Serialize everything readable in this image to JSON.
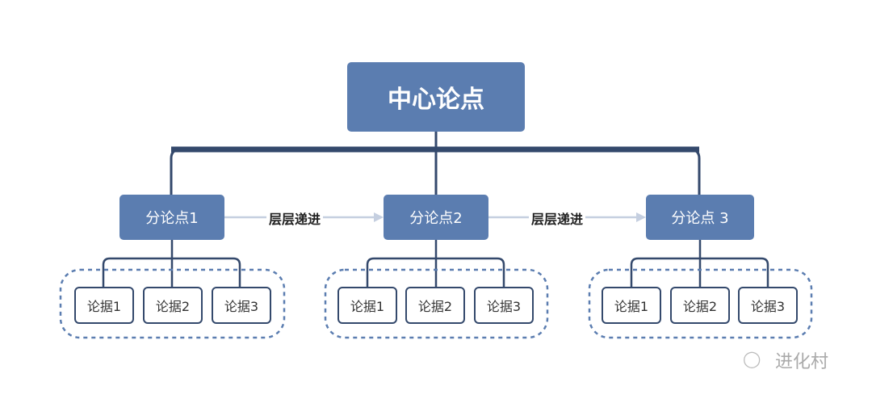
{
  "center": "中心论点",
  "points": [
    {
      "label": "分论点1",
      "evidence": [
        "论据1",
        "论据2",
        "论据3"
      ]
    },
    {
      "label": "分论点2",
      "evidence": [
        "论据1",
        "论据2",
        "论据3"
      ]
    },
    {
      "label": "分论点 3",
      "evidence": [
        "论据1",
        "论据2",
        "论据3"
      ]
    }
  ],
  "arrows": [
    "层层递进",
    "层层递进"
  ],
  "watermark": "进化村",
  "colors": {
    "box": "#5b7db0",
    "line": "#34496c",
    "arrow": "#c5cfe0"
  }
}
